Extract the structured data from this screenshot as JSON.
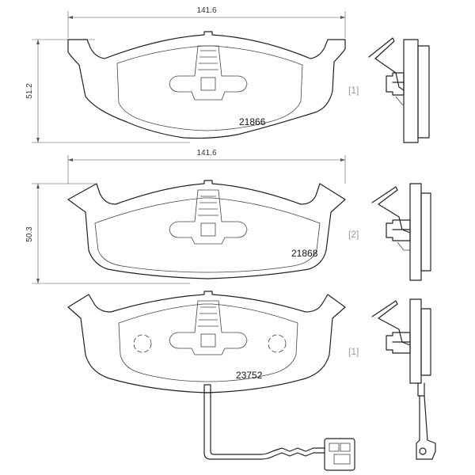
{
  "pads": [
    {
      "part_number": "21866",
      "width_dim": "141.6",
      "height_dim": "51.2",
      "quantity": "[1]"
    },
    {
      "part_number": "21868",
      "width_dim": "141.6",
      "height_dim": "50.3",
      "quantity": "[2]"
    },
    {
      "part_number": "23752",
      "quantity": "[1]"
    }
  ]
}
